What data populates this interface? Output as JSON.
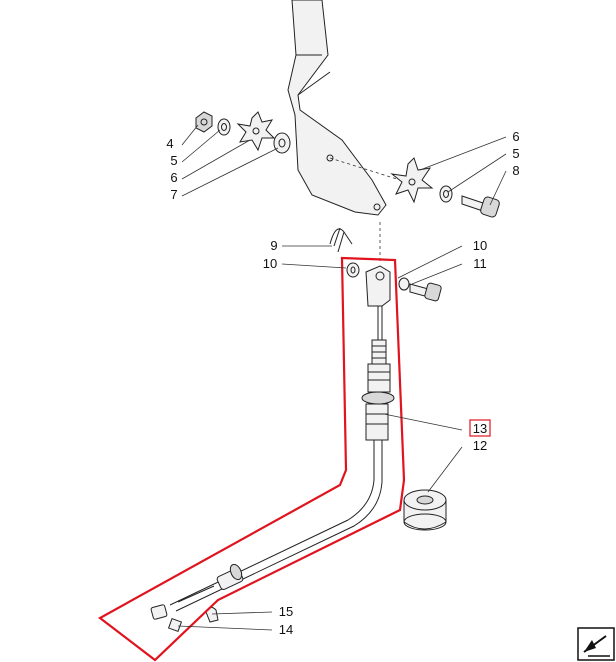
{
  "callouts": [
    {
      "id": "c4",
      "label": "4"
    },
    {
      "id": "c5a",
      "label": "5"
    },
    {
      "id": "c6a",
      "label": "6"
    },
    {
      "id": "c7",
      "label": "7"
    },
    {
      "id": "c6b",
      "label": "6"
    },
    {
      "id": "c5b",
      "label": "5"
    },
    {
      "id": "c8",
      "label": "8"
    },
    {
      "id": "c9",
      "label": "9"
    },
    {
      "id": "c10a",
      "label": "10"
    },
    {
      "id": "c10b",
      "label": "10"
    },
    {
      "id": "c11",
      "label": "11"
    },
    {
      "id": "c13",
      "label": "13"
    },
    {
      "id": "c12",
      "label": "12"
    },
    {
      "id": "c15",
      "label": "15"
    },
    {
      "id": "c14",
      "label": "14"
    }
  ],
  "highlight": {
    "color": "#e0141e",
    "selected_part": "13"
  },
  "nav_icon": "next-page-arrow-icon"
}
